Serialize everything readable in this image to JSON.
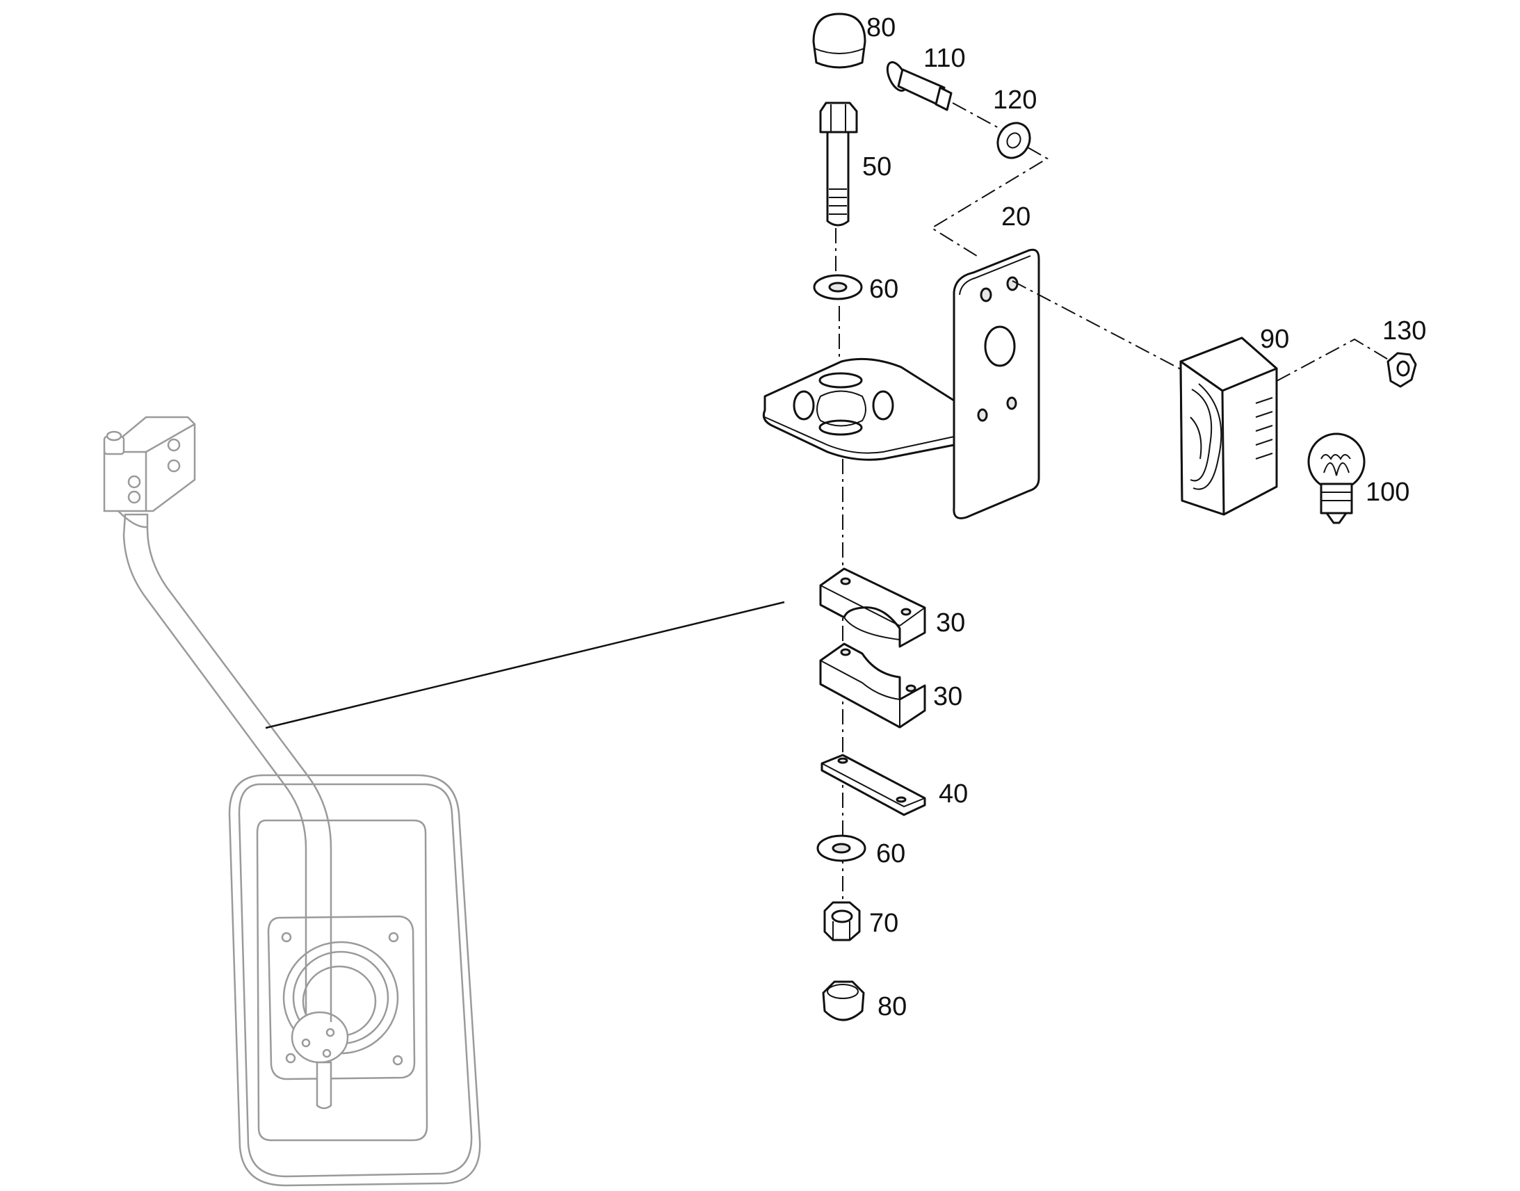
{
  "diagram": {
    "callouts": [
      {
        "id": "cap-top",
        "label": "80"
      },
      {
        "id": "screw-110",
        "label": "110"
      },
      {
        "id": "washer-120",
        "label": "120"
      },
      {
        "id": "bolt-50",
        "label": "50"
      },
      {
        "id": "bracket-20",
        "label": "20"
      },
      {
        "id": "washer-60-top",
        "label": "60"
      },
      {
        "id": "lamp-90",
        "label": "90"
      },
      {
        "id": "nut-130",
        "label": "130"
      },
      {
        "id": "bulb-100",
        "label": "100"
      },
      {
        "id": "clamp-30-top",
        "label": "30"
      },
      {
        "id": "clamp-30-bottom",
        "label": "30"
      },
      {
        "id": "plate-40",
        "label": "40"
      },
      {
        "id": "washer-60-bottom",
        "label": "60"
      },
      {
        "id": "nut-70",
        "label": "70"
      },
      {
        "id": "cap-bottom",
        "label": "80"
      }
    ]
  }
}
